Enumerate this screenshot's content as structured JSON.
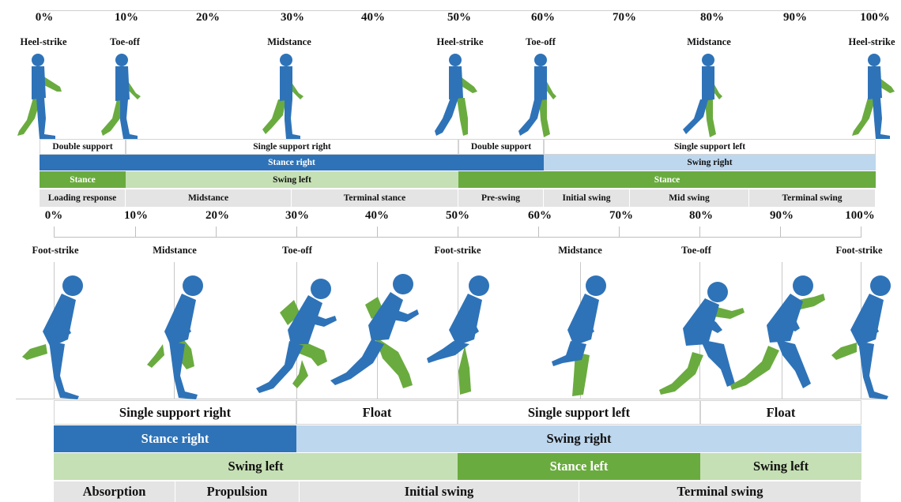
{
  "colors": {
    "stance_right": "#2e73b8",
    "swing_right": "#bdd7ee",
    "stance_left": "#6aab3f",
    "swing_left": "#c5e0b4",
    "phase_grey": "#e4e4e4",
    "body_blue": "#2e73b8",
    "body_green": "#6aab3f"
  },
  "walking": {
    "percent_labels": [
      "0%",
      "10%",
      "20%",
      "30%",
      "40%",
      "50%",
      "60%",
      "70%",
      "80%",
      "90%",
      "100%"
    ],
    "events": [
      "Heel-strike",
      "Toe-off",
      "Midstance",
      "Heel-strike",
      "Toe-off",
      "Midstance",
      "Heel-strike"
    ],
    "support_row": [
      "Double support",
      "Single support right",
      "Double support",
      "Single support left"
    ],
    "right_leg_row": [
      "Stance right",
      "Swing right"
    ],
    "left_leg_row": [
      "Stance",
      "Swing left",
      "Stance"
    ],
    "phase_row": [
      "Loading response",
      "Midstance",
      "Terminal stance",
      "Pre-swing",
      "Initial swing",
      "Mid swing",
      "Terminal swing"
    ]
  },
  "running": {
    "percent_labels": [
      "0%",
      "10%",
      "20%",
      "30%",
      "40%",
      "50%",
      "60%",
      "70%",
      "80%",
      "90%",
      "100%"
    ],
    "events": [
      "Foot-strike",
      "Midstance",
      "Toe-off",
      "Foot-strike",
      "Midstance",
      "Toe-off",
      "Foot-strike"
    ],
    "support_row": [
      "Single support right",
      "Float",
      "Single support left",
      "Float"
    ],
    "right_leg_row": [
      "Stance right",
      "Swing right"
    ],
    "left_leg_row": [
      "Swing left",
      "Stance left",
      "Swing left"
    ],
    "phase_row": [
      "Absorption",
      "Propulsion",
      "Initial swing",
      "Terminal swing"
    ]
  }
}
